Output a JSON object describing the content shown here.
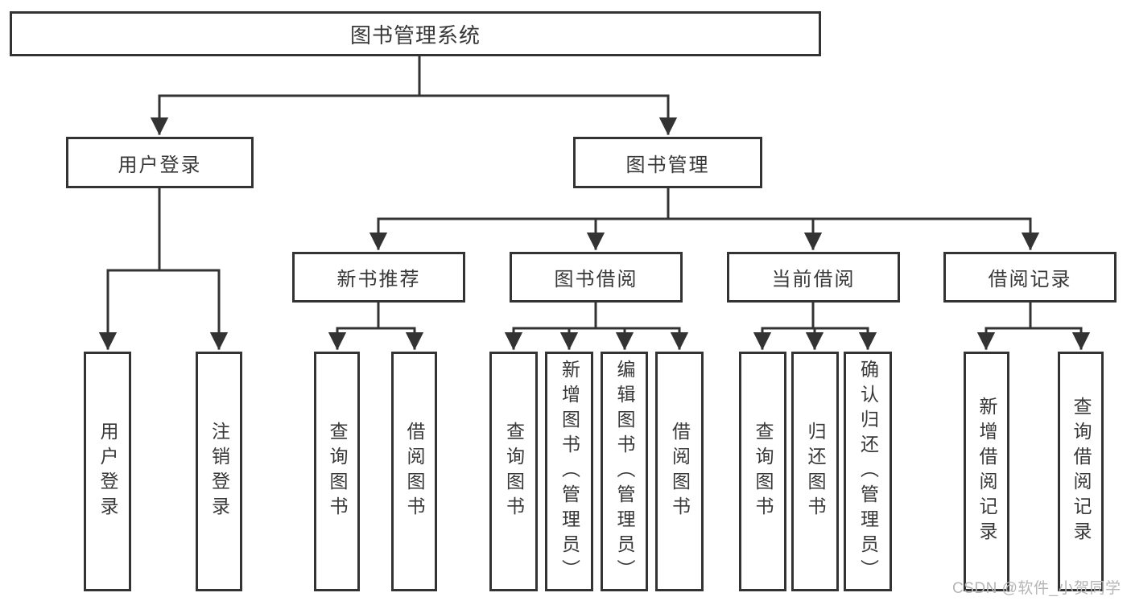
{
  "tree": {
    "label": "图书管理系统",
    "children": [
      {
        "label": "用户登录",
        "children": [
          {
            "label": "用户登录"
          },
          {
            "label": "注销登录"
          }
        ]
      },
      {
        "label": "图书管理",
        "children": [
          {
            "label": "新书推荐",
            "children": [
              {
                "label": "查询图书"
              },
              {
                "label": "借阅图书"
              }
            ]
          },
          {
            "label": "图书借阅",
            "children": [
              {
                "label": "查询图书"
              },
              {
                "label": "新增图书（管理员）"
              },
              {
                "label": "编辑图书（管理员）"
              },
              {
                "label": "借阅图书"
              }
            ]
          },
          {
            "label": "当前借阅",
            "children": [
              {
                "label": "查询图书"
              },
              {
                "label": "归还图书"
              },
              {
                "label": "确认归还（管理员）"
              }
            ]
          },
          {
            "label": "借阅记录",
            "children": [
              {
                "label": "新增借阅记录"
              },
              {
                "label": "查询借阅记录"
              }
            ]
          }
        ]
      }
    ]
  },
  "watermark": {
    "text": "CSDN @软件_小贺同学"
  },
  "colors": {
    "line": "#333333",
    "text": "#383838",
    "box_fill": "#ffffff",
    "watermark": "#b5b5b5"
  }
}
